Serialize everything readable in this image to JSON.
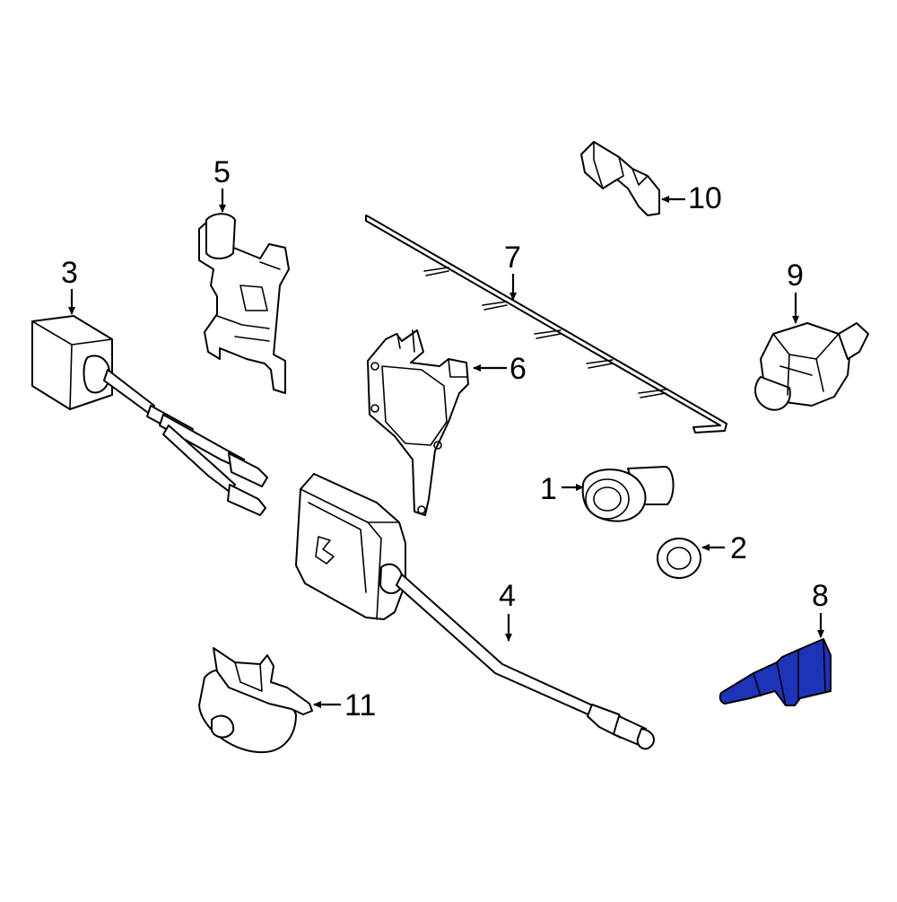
{
  "diagram": {
    "colors": {
      "background": "#ffffff",
      "line": "#000000",
      "highlight": "#1d33b8"
    },
    "callouts": [
      {
        "id": "1",
        "label": "1"
      },
      {
        "id": "2",
        "label": "2"
      },
      {
        "id": "3",
        "label": "3"
      },
      {
        "id": "4",
        "label": "4"
      },
      {
        "id": "5",
        "label": "5"
      },
      {
        "id": "6",
        "label": "6"
      },
      {
        "id": "7",
        "label": "7"
      },
      {
        "id": "8",
        "label": "8",
        "highlighted": true
      },
      {
        "id": "9",
        "label": "9"
      },
      {
        "id": "10",
        "label": "10"
      },
      {
        "id": "11",
        "label": "11"
      }
    ]
  }
}
